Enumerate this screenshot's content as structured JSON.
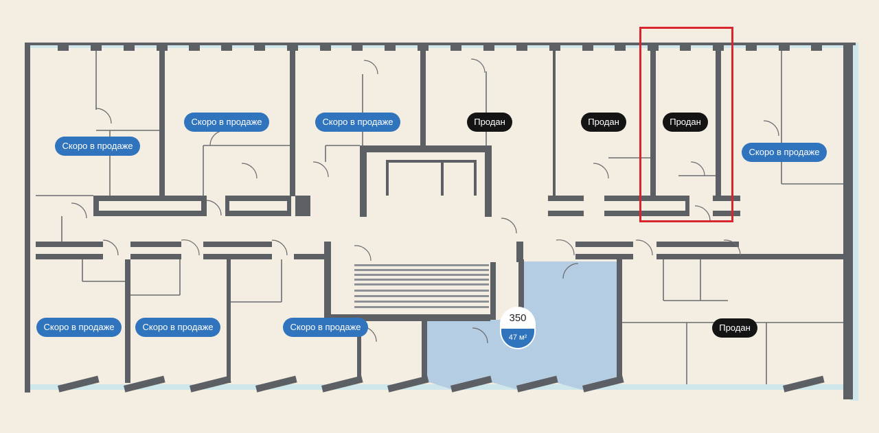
{
  "colors": {
    "background": "#f4ede1",
    "wall": "#5c5f63",
    "soon_badge": "#2f74bd",
    "sold_badge": "#141414",
    "selected_unit": "#b5cde2",
    "highlight_frame": "#d8262e",
    "glazing": "#cfe6ea"
  },
  "badges": [
    {
      "status": "soon",
      "label": "Скоро в продаже"
    },
    {
      "status": "soon",
      "label": "Скоро в продаже"
    },
    {
      "status": "soon",
      "label": "Скоро в продаже"
    },
    {
      "status": "sold",
      "label": "Продан"
    },
    {
      "status": "sold",
      "label": "Продан"
    },
    {
      "status": "sold",
      "label": "Продан"
    },
    {
      "status": "soon",
      "label": "Скоро в продаже"
    },
    {
      "status": "soon",
      "label": "Скоро в продаже"
    },
    {
      "status": "soon",
      "label": "Скоро в продаже"
    },
    {
      "status": "soon",
      "label": "Скоро в продаже"
    },
    {
      "status": "sold",
      "label": "Продан"
    }
  ],
  "selected_unit": {
    "number": "350",
    "area": "47 м²"
  }
}
